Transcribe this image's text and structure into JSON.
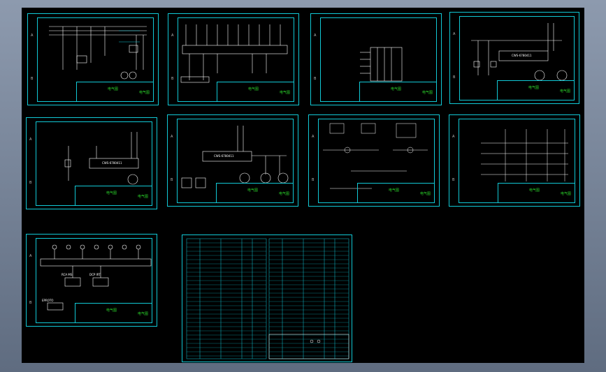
{
  "theme": {
    "sheet_border": "#11c9d6",
    "title_text": "#2bd62b",
    "line": "#ffffff",
    "background": "#000000"
  },
  "sheets": [
    {
      "title": "电气图",
      "sheet_no": "电气图"
    },
    {
      "title": "电气图",
      "sheet_no": "电气图"
    },
    {
      "title": "电气图",
      "sheet_no": "电气图"
    },
    {
      "title": "电气图",
      "sheet_no": "电气图"
    },
    {
      "title": "电气图",
      "sheet_no": "电气图"
    },
    {
      "title": "电气图",
      "sheet_no": "电气图"
    },
    {
      "title": "电气图",
      "sheet_no": "电气图"
    },
    {
      "title": "电气图",
      "sheet_no": "电气图"
    },
    {
      "title": "电气图",
      "sheet_no": "电气图"
    }
  ],
  "chips": [
    "CWS-6780411",
    "CWS-6780411",
    "CWS-6780411"
  ],
  "labels": {
    "relay_a": "RCA MS",
    "relay_b": "DCP IRT",
    "bottom_tag": "EPROTO"
  },
  "margin_marks": {
    "a": "A",
    "b": "B"
  }
}
